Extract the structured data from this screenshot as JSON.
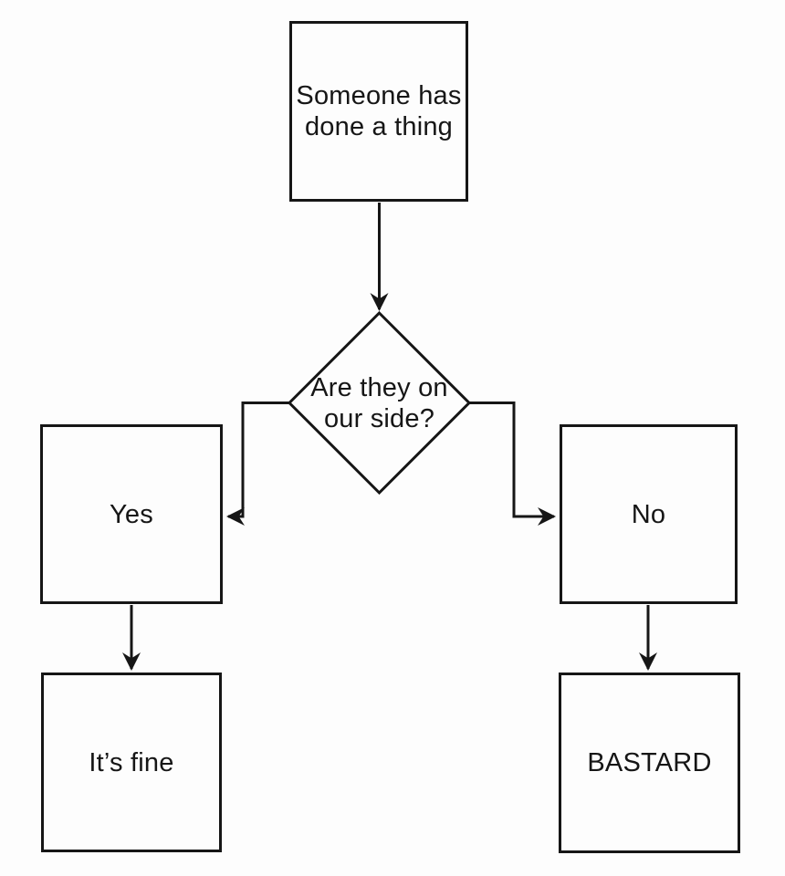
{
  "diagram": {
    "type": "flowchart",
    "colors": {
      "background": "#fdfdfd",
      "line": "#161616",
      "text": "#161616",
      "node_fill": "#fdfdfd"
    },
    "nodes": [
      {
        "id": "start",
        "shape": "rectangle",
        "label": "Someone has\ndone a thing"
      },
      {
        "id": "decision",
        "shape": "diamond",
        "label": "Are they on\nour side?"
      },
      {
        "id": "yes",
        "shape": "rectangle",
        "label": "Yes"
      },
      {
        "id": "no",
        "shape": "rectangle",
        "label": "No"
      },
      {
        "id": "fine",
        "shape": "rectangle",
        "label": "It’s fine"
      },
      {
        "id": "bastard",
        "shape": "rectangle",
        "label": "BASTARD"
      }
    ],
    "edges": [
      {
        "from": "start",
        "to": "decision",
        "label": ""
      },
      {
        "from": "decision",
        "to": "yes",
        "label": ""
      },
      {
        "from": "decision",
        "to": "no",
        "label": ""
      },
      {
        "from": "yes",
        "to": "fine",
        "label": ""
      },
      {
        "from": "no",
        "to": "bastard",
        "label": ""
      }
    ]
  }
}
